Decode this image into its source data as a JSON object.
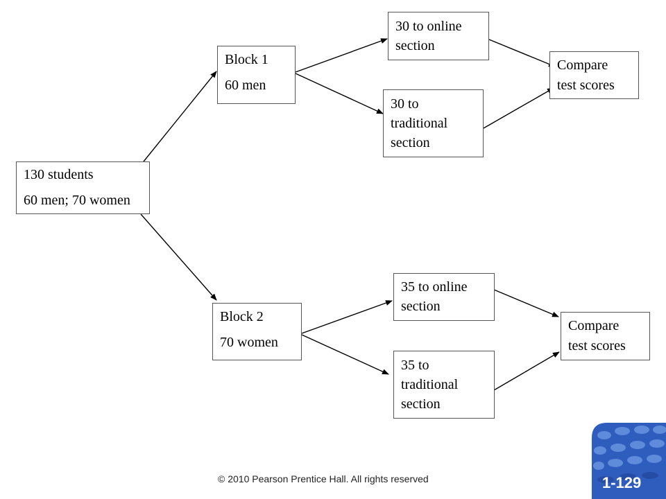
{
  "diagram": {
    "root": {
      "line1": "130 students",
      "line2": "60 men; 70 women"
    },
    "block1": {
      "line1": "Block 1",
      "line2": "60 men",
      "online": {
        "line1": "30 to online",
        "line2": "section"
      },
      "traditional": {
        "line1": "30 to",
        "line2": "traditional",
        "line3": "section"
      },
      "compare": {
        "line1": "Compare",
        "line2": "test scores"
      }
    },
    "block2": {
      "line1": "Block 2",
      "line2": "70 women",
      "online": {
        "line1": "35 to online",
        "line2": "section"
      },
      "traditional": {
        "line1": "35 to",
        "line2": "traditional",
        "line3": "section"
      },
      "compare": {
        "line1": "Compare",
        "line2": "test scores"
      }
    }
  },
  "footer": {
    "copyright": "© 2010 Pearson Prentice Hall. All rights reserved",
    "slide_number": "1-129",
    "badge_color": "#2f5dbd"
  }
}
